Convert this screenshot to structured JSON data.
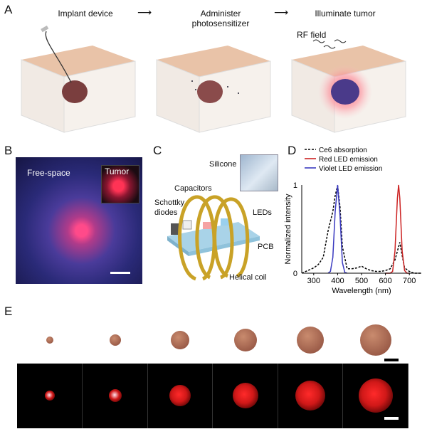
{
  "panel_labels": {
    "a": "A",
    "b": "B",
    "c": "C",
    "d": "D",
    "e": "E"
  },
  "panel_a": {
    "steps": [
      "Implant device",
      "Administer photosensitizer",
      "Illuminate tumor"
    ],
    "rf_label": "RF field"
  },
  "panel_b": {
    "label_main": "Free-space",
    "label_inset": "Tumor"
  },
  "panel_c": {
    "silicone": "Silicone",
    "capacitors": "Capacitors",
    "schottky": "Schottky diodes",
    "leds": "LEDs",
    "pcb": "PCB",
    "helical_coil": "Helical coil"
  },
  "chart_data": {
    "type": "line",
    "xlabel": "Wavelength (nm)",
    "ylabel": "Normalized intensity",
    "xlim": [
      250,
      750
    ],
    "ylim": [
      0,
      1
    ],
    "xticks": [
      "300",
      "400",
      "500",
      "600",
      "700"
    ],
    "yticks": [
      "0",
      "1"
    ],
    "legend_position": "top",
    "series": [
      {
        "name": "Ce6 absorption",
        "color": "#000000",
        "style": "dashed",
        "x": [
          250,
          300,
          320,
          340,
          360,
          380,
          390,
          400,
          410,
          420,
          440,
          460,
          480,
          500,
          520,
          540,
          560,
          580,
          600,
          620,
          640,
          650,
          660,
          670,
          680,
          700,
          720,
          750
        ],
        "y": [
          0.0,
          0.06,
          0.1,
          0.18,
          0.48,
          0.7,
          0.88,
          0.99,
          0.75,
          0.3,
          0.05,
          0.05,
          0.06,
          0.08,
          0.05,
          0.03,
          0.02,
          0.02,
          0.03,
          0.05,
          0.15,
          0.25,
          0.35,
          0.2,
          0.06,
          0.02,
          0.0,
          0.0
        ]
      },
      {
        "name": "Red LED emission",
        "color": "#cc2222",
        "style": "solid",
        "x": [
          600,
          620,
          630,
          640,
          650,
          655,
          660,
          670,
          680,
          690,
          700
        ],
        "y": [
          0.0,
          0.0,
          0.02,
          0.25,
          0.85,
          1.0,
          0.85,
          0.25,
          0.03,
          0.0,
          0.0
        ]
      },
      {
        "name": "Violet LED emission",
        "color": "#3a3ac0",
        "style": "solid",
        "x": [
          360,
          370,
          380,
          390,
          400,
          410,
          420,
          430,
          440
        ],
        "y": [
          0.0,
          0.02,
          0.18,
          0.7,
          1.0,
          0.65,
          0.12,
          0.01,
          0.0
        ]
      }
    ]
  },
  "panel_e": {
    "tumor_count": 6
  }
}
